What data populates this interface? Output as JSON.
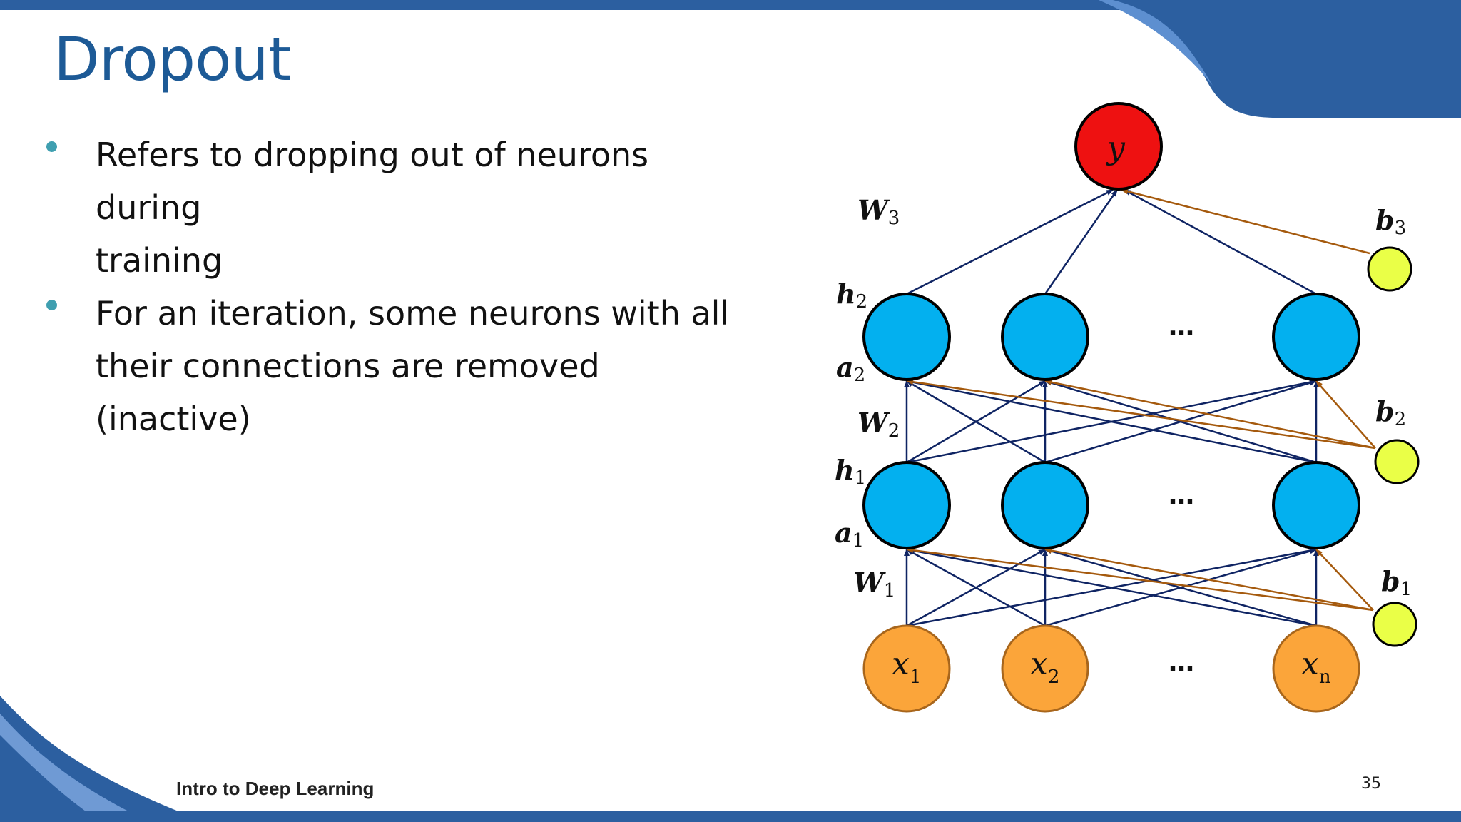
{
  "slide": {
    "title": "Dropout",
    "bullets": [
      {
        "lines": [
          "Refers to dropping out of neurons during",
          "training"
        ]
      },
      {
        "lines": [
          "For an iteration, some neurons with all",
          "their connections are removed (inactive)"
        ]
      }
    ],
    "footer": "Intro to Deep Learning",
    "page_number": "35"
  },
  "colors": {
    "title": "#1d5a96",
    "bullet_dot": "#3f9fb0",
    "output_node": "#ee1111",
    "hidden_node": "#03b0ef",
    "input_node": "#fba53a",
    "bias_node": "#eaff47",
    "weight_edge": "#0f2463",
    "bias_edge": "#a55a0e",
    "banner": "#2c5fa0"
  },
  "diagram": {
    "output": {
      "symbol": "y"
    },
    "inputs": [
      {
        "symbol": "x",
        "sub": "1"
      },
      {
        "symbol": "x",
        "sub": "2"
      },
      {
        "symbol": "x",
        "sub": "n"
      }
    ],
    "ellipsis": "…",
    "layer_labels": [
      {
        "symbol": "W",
        "sub": "3"
      },
      {
        "symbol": "h",
        "sub": "2"
      },
      {
        "symbol": "a",
        "sub": "2"
      },
      {
        "symbol": "W",
        "sub": "2"
      },
      {
        "symbol": "h",
        "sub": "1"
      },
      {
        "symbol": "a",
        "sub": "1"
      },
      {
        "symbol": "W",
        "sub": "1"
      }
    ],
    "bias_labels": [
      {
        "symbol": "b",
        "sub": "3"
      },
      {
        "symbol": "b",
        "sub": "2"
      },
      {
        "symbol": "b",
        "sub": "1"
      }
    ]
  }
}
